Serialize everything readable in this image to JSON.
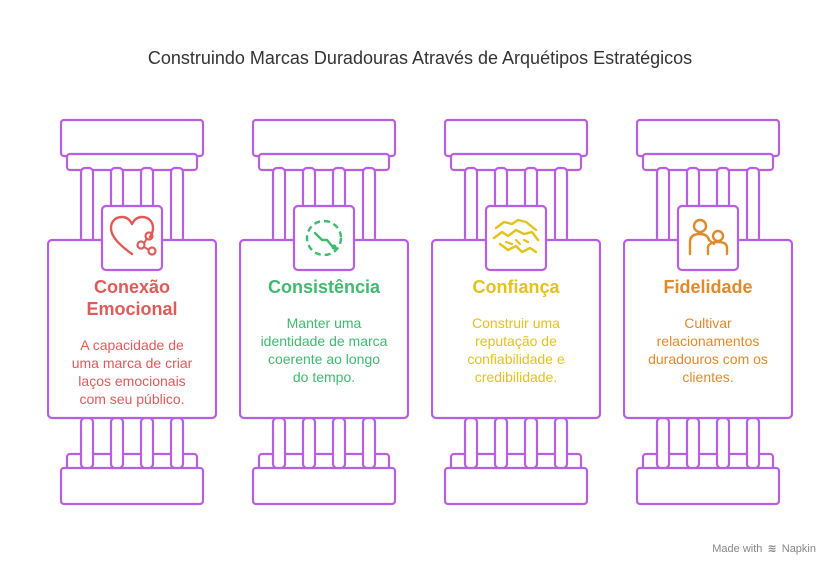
{
  "title": "Construindo Marcas Duradouras Através de Arquétipos Estratégicos",
  "footer": {
    "made_with": "Made with",
    "brand": "Napkin"
  },
  "colors": {
    "pillar_stroke": "#b65fe0"
  },
  "pillars": [
    {
      "title_lines": [
        "Conexão",
        "Emocional"
      ],
      "desc_lines": [
        "A capacidade de",
        "uma marca de criar",
        "laços emocionais",
        "com seu público."
      ],
      "color": "#e05a5a",
      "icon": "heart-share-icon"
    },
    {
      "title_lines": [
        "Consistência"
      ],
      "desc_lines": [
        "Manter uma",
        "identidade de marca",
        "coerente ao longo",
        "do tempo."
      ],
      "color": "#3fba6e",
      "icon": "cycle-icon"
    },
    {
      "title_lines": [
        "Confiança"
      ],
      "desc_lines": [
        "Construir uma",
        "reputação de",
        "confiabilidade e",
        "credibilidade."
      ],
      "color": "#e2c21b",
      "icon": "handshake-icon"
    },
    {
      "title_lines": [
        "Fidelidade"
      ],
      "desc_lines": [
        "Cultivar",
        "relacionamentos",
        "duradouros com os",
        "clientes."
      ],
      "color": "#e08a2c",
      "icon": "people-icon"
    }
  ]
}
